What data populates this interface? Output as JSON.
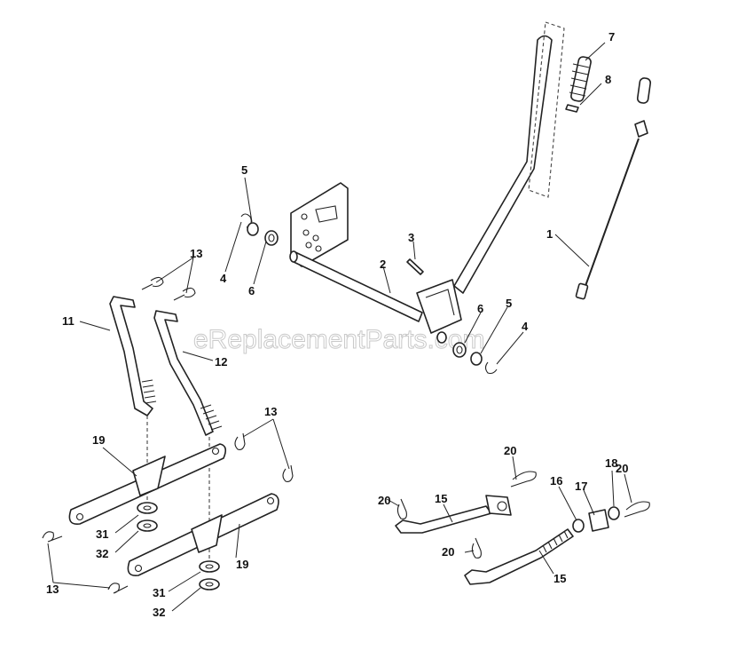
{
  "watermark": "eReplacementParts.com",
  "callouts": {
    "c1": "1",
    "c2": "2",
    "c3": "3",
    "c4a": "4",
    "c4b": "4",
    "c5a": "5",
    "c5b": "5",
    "c6a": "6",
    "c6b": "6",
    "c7": "7",
    "c8": "8",
    "c11": "11",
    "c12": "12",
    "c13a": "13",
    "c13b": "13",
    "c13c": "13",
    "c15a": "15",
    "c15b": "15",
    "c16": "16",
    "c17": "17",
    "c18": "18",
    "c19a": "19",
    "c19b": "19",
    "c20a": "20",
    "c20b": "20",
    "c20c": "20",
    "c20d": "20",
    "c31a": "31",
    "c31b": "31",
    "c32a": "32",
    "c32b": "32"
  }
}
